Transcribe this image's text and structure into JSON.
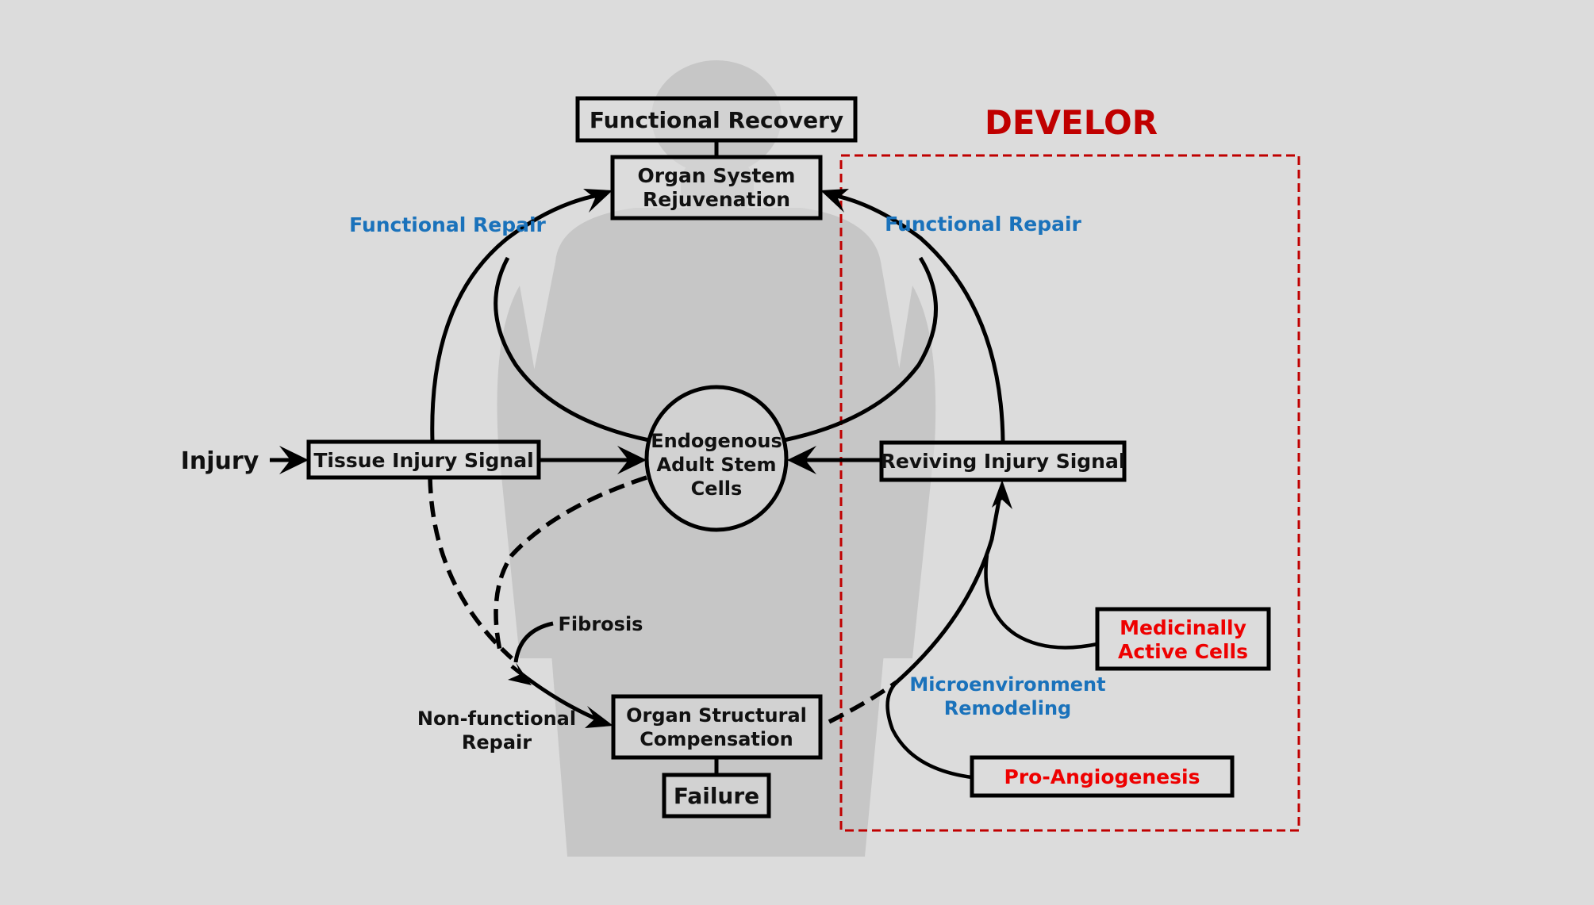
{
  "title": "DEVELOR",
  "colors": {
    "background": "#dcdcdc",
    "title_red": "#c00000",
    "intervention_red": "#ee0000",
    "process_blue": "#1a72bb",
    "outline": "#000000",
    "silhouette": "#c6c6c6"
  },
  "input": {
    "label": "Injury"
  },
  "nodes": {
    "functional_recovery": "Functional Recovery",
    "organ_system_rejuvenation": [
      "Organ System",
      "Rejuvenation"
    ],
    "tissue_injury_signal": "Tissue Injury Signal",
    "stem_cells": [
      "Endogenous",
      "Adult Stem",
      "Cells"
    ],
    "reviving_injury_signal": "Reviving Injury Signal",
    "organ_structural_compensation": [
      "Organ Structural",
      "Compensation"
    ],
    "failure": "Failure",
    "medicinally_active_cells": [
      "Medicinally",
      "Active Cells"
    ],
    "pro_angiogenesis": "Pro-Angiogenesis"
  },
  "edge_labels": {
    "functional_repair_left": "Functional Repair",
    "functional_repair_right": "Functional Repair",
    "fibrosis": "Fibrosis",
    "non_functional_repair": [
      "Non-functional",
      "Repair"
    ],
    "microenvironment_remodeling": [
      "Microenvironment",
      "Remodeling"
    ]
  },
  "edges": [
    {
      "from": "Injury",
      "to": "Tissue Injury Signal",
      "style": "solid",
      "arrow": true
    },
    {
      "from": "Tissue Injury Signal",
      "to": "Endogenous Adult Stem Cells",
      "style": "solid",
      "arrow": true
    },
    {
      "from": "Reviving Injury Signal",
      "to": "Endogenous Adult Stem Cells",
      "style": "solid",
      "arrow": true
    },
    {
      "from": "Tissue Injury Signal",
      "to": "Organ System Rejuvenation",
      "style": "solid",
      "arrow": true,
      "label": "Functional Repair"
    },
    {
      "from": "Reviving Injury Signal",
      "to": "Organ System Rejuvenation",
      "style": "solid",
      "arrow": true,
      "label": "Functional Repair"
    },
    {
      "from": "Endogenous Adult Stem Cells",
      "to": "Organ System Rejuvenation",
      "style": "solid",
      "arrow": false
    },
    {
      "from": "Tissue Injury Signal",
      "to": "Organ Structural Compensation",
      "style": "dashed",
      "arrow": true,
      "label": "Non-functional Repair"
    },
    {
      "from": "Endogenous Adult Stem Cells",
      "to": "Organ Structural Compensation",
      "style": "dashed",
      "arrow": true
    },
    {
      "from": "Fibrosis",
      "to": "Organ Structural Compensation",
      "style": "solid",
      "arrow": true
    },
    {
      "from": "Organ Structural Compensation",
      "to": "Reviving Injury Signal",
      "style": "dashed+solid",
      "arrow": true,
      "label": "Microenvironment Remodeling"
    },
    {
      "from": "Medicinally Active Cells",
      "to": "Reviving Injury Signal",
      "style": "solid",
      "arrow": false
    },
    {
      "from": "Pro-Angiogenesis",
      "to": "Reviving Injury Signal",
      "style": "solid",
      "arrow": false
    },
    {
      "from": "Functional Recovery",
      "to": "Organ System Rejuvenation",
      "style": "solid",
      "arrow": false
    },
    {
      "from": "Organ Structural Compensation",
      "to": "Failure",
      "style": "solid",
      "arrow": false
    }
  ]
}
